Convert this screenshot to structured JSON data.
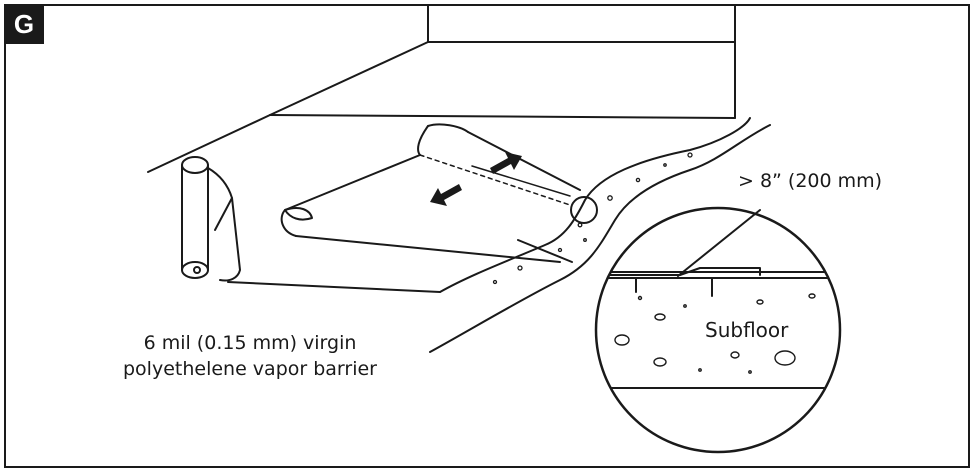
{
  "badge": "G",
  "labels": {
    "vapor_barrier_line1": "6 mil (0.15 mm) virgin",
    "vapor_barrier_line2": "polyethelene vapor barrier",
    "overlap": "> 8” (200 mm)",
    "subfloor": "Subfloor"
  },
  "colors": {
    "ink": "#1a1a1a",
    "paper": "#ffffff"
  }
}
